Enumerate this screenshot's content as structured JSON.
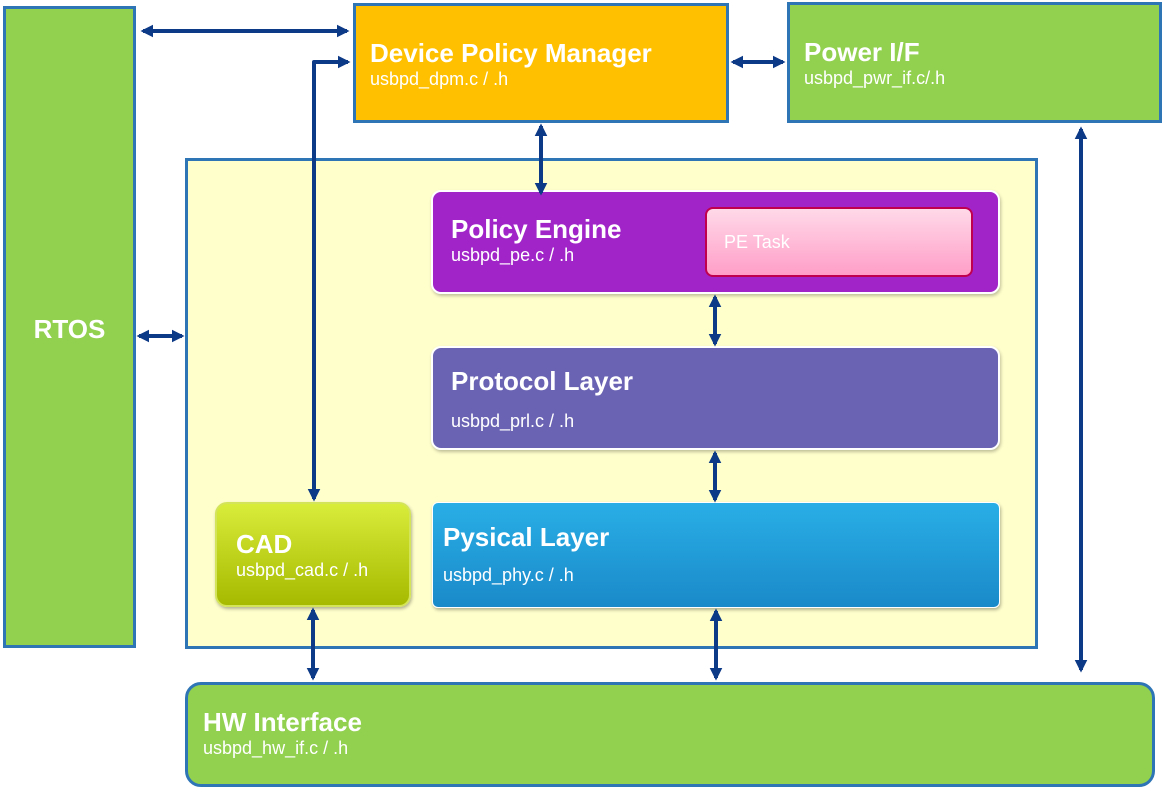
{
  "rtos": {
    "title": "RTOS"
  },
  "dpm": {
    "title": "Device Policy Manager",
    "file": "usbpd_dpm.c / .h"
  },
  "power_if": {
    "title": "Power I/F",
    "file": "usbpd_pwr_if.c/.h"
  },
  "policy_engine": {
    "title": "Policy Engine",
    "file": "usbpd_pe.c / .h",
    "task": "PE Task"
  },
  "protocol_layer": {
    "title": "Protocol Layer",
    "file": "usbpd_prl.c / .h"
  },
  "physical_layer": {
    "title": "Pysical Layer",
    "file": "usbpd_phy.c / .h"
  },
  "cad": {
    "title": "CAD",
    "file": "usbpd_cad.c / .h"
  },
  "hw_interface": {
    "title": "HW Interface",
    "file": "usbpd_hw_if.c / .h"
  },
  "colors": {
    "green": "#92d050",
    "orange": "#ffc000",
    "purple": "#a024c8",
    "violet": "#6a63b4",
    "blue": "#1a8ac9",
    "lime": "#c0d600",
    "cream": "#ffffcc",
    "border": "#2e75b6",
    "arrow": "#0c3a86"
  }
}
